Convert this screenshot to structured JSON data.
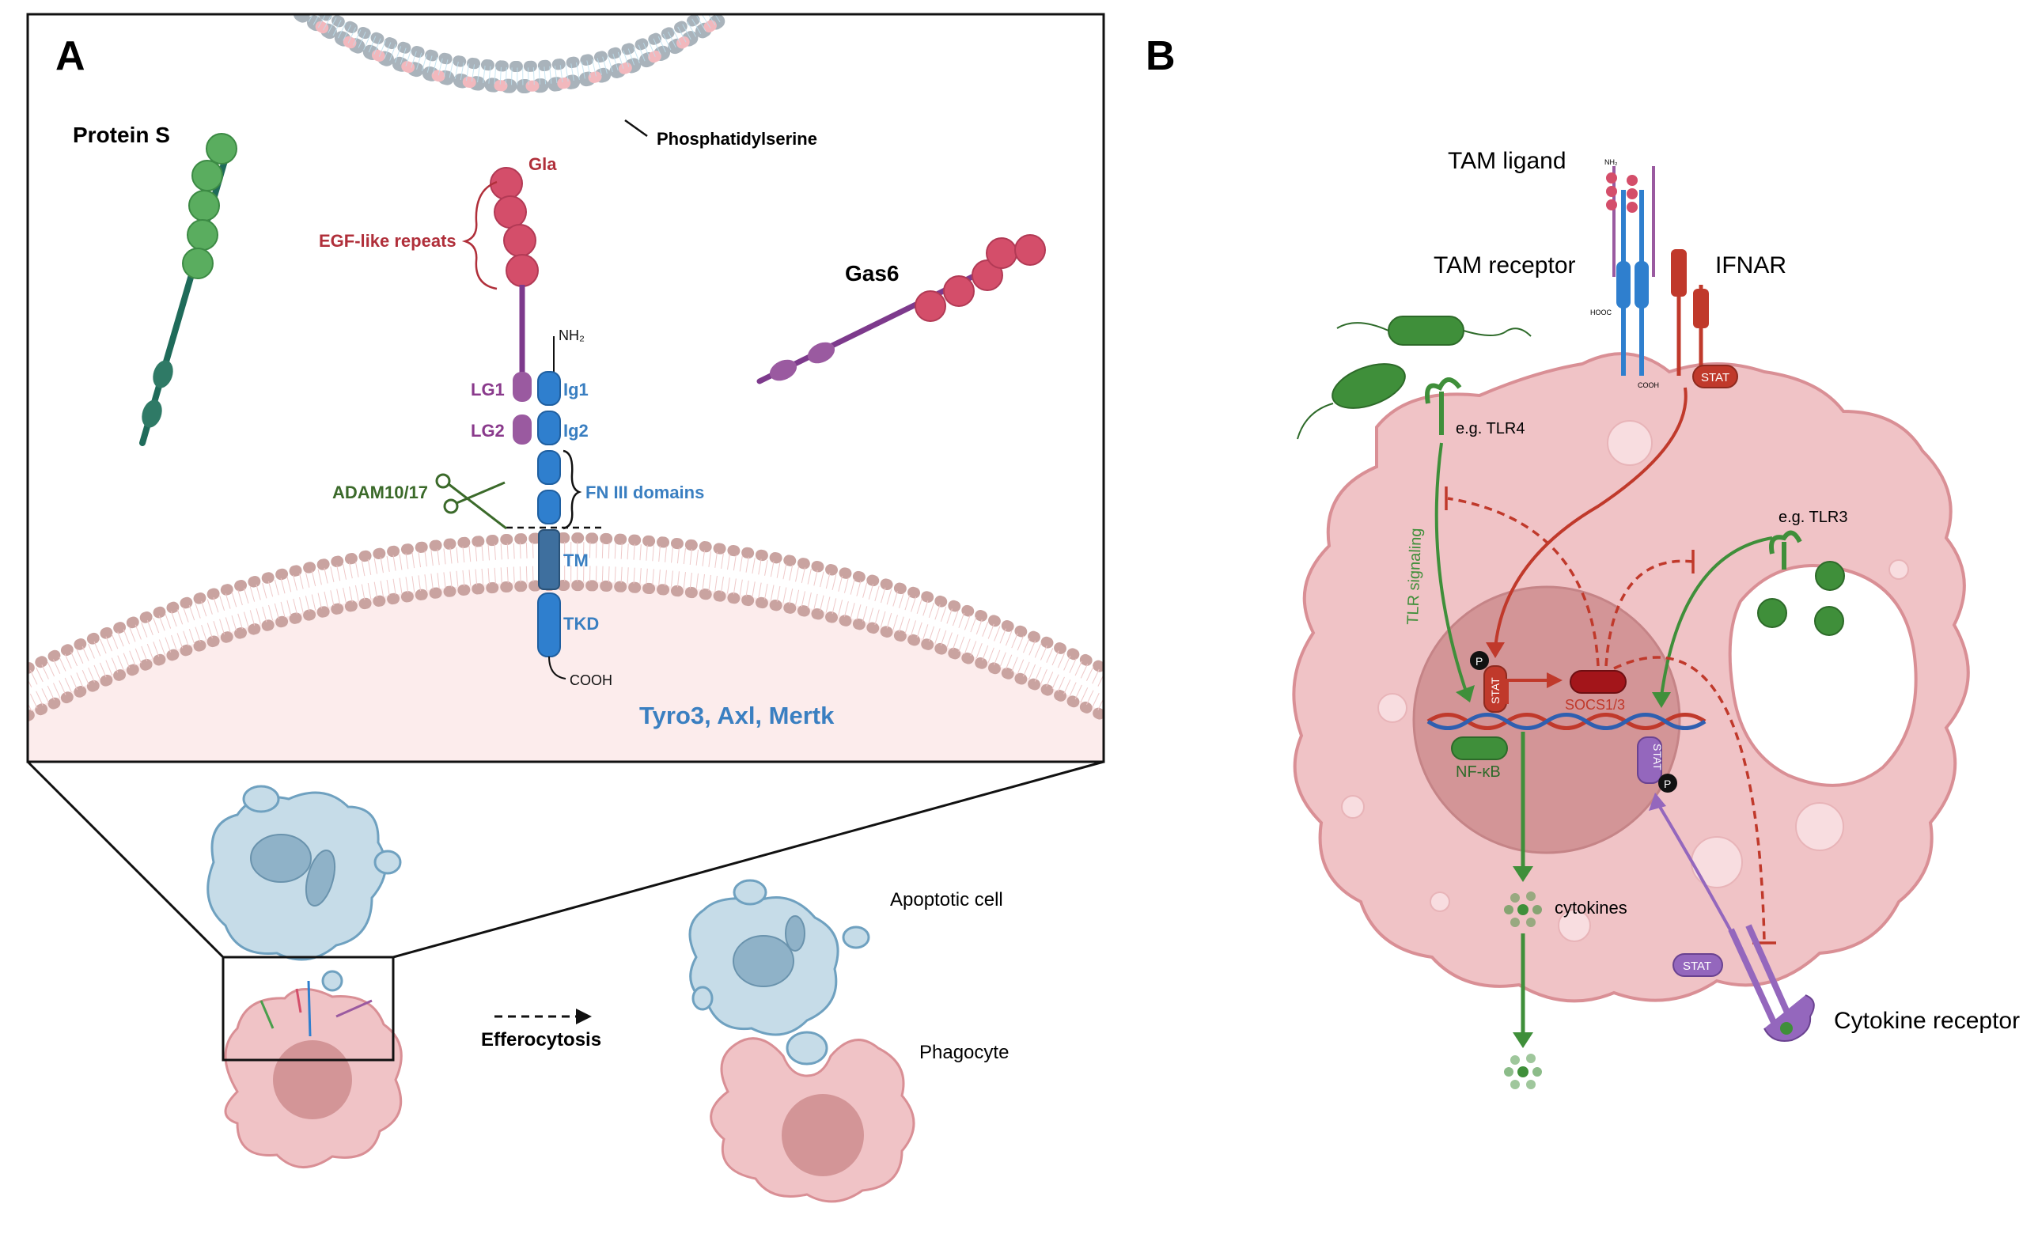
{
  "panelA": {
    "panel_label": "A",
    "protein_s": "Protein S",
    "gas6": "Gas6",
    "phosphatidylserine": "Phosphatidylserine",
    "gla": "Gla",
    "egf_like_repeats": "EGF-like repeats",
    "nh2": "NH₂",
    "lg1": "LG1",
    "lg2": "LG2",
    "ig1": "Ig1",
    "ig2": "Ig2",
    "fn3_domains": "FN III domains",
    "adam": "ADAM10/17",
    "tm": "TM",
    "tkd": "TKD",
    "cooh": "COOH",
    "receptors": "Tyro3, Axl, Mertk",
    "efferocytosis": "Efferocytosis",
    "apoptotic_cell": "Apoptotic cell",
    "phagocyte": "Phagocyte"
  },
  "panelB": {
    "panel_label": "B",
    "tam_ligand": "TAM ligand",
    "tam_receptor": "TAM receptor",
    "ifnar": "IFNAR",
    "tlr4": "e.g. TLR4",
    "tlr3": "e.g. TLR3",
    "tlr_signaling": "TLR signaling",
    "stat": "STAT",
    "p": "P",
    "socs": "SOCS1/3",
    "nfkb": "NF-κB",
    "cytokines": "cytokines",
    "cytokine_receptor": "Cytokine receptor",
    "tiny_nh2": "NH₂",
    "tiny_cooh": "COOH",
    "tiny_hooc": "HOOC"
  },
  "colors": {
    "gla_red": "#d44e6a",
    "egf_red": "#b02f3a",
    "lg_purple": "#9a5aa0",
    "ig_blue": "#2f7fce",
    "adam_green": "#3b6a2a",
    "protein_s_green": "#4a9e4c",
    "ifnar_red": "#c0392b",
    "cell_pink": "#f0c3c6",
    "nucleus": "#d39597",
    "apoptotic_blue": "#c6dce8",
    "stat_purple": "#9467bd",
    "receptor_text_blue": "#3a7fc1"
  }
}
